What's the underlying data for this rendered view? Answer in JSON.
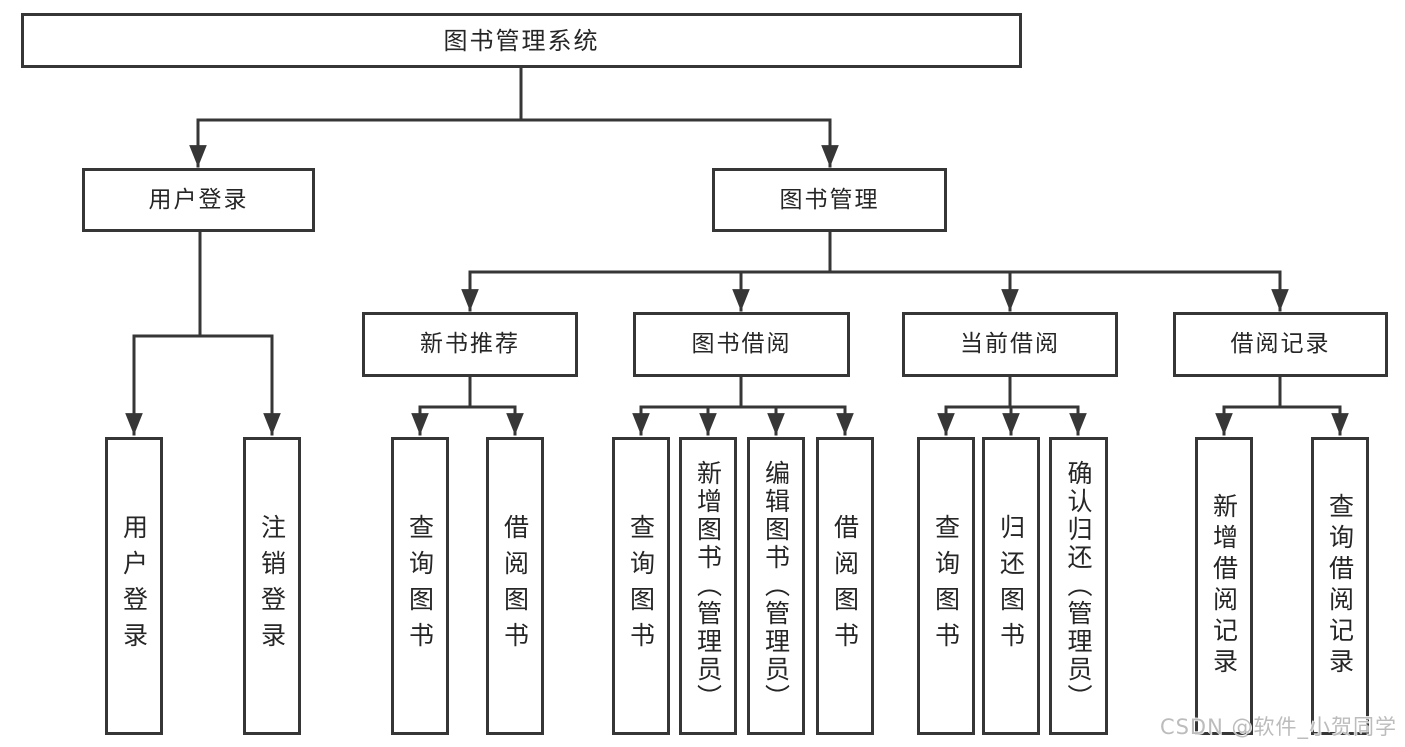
{
  "diagram": {
    "title": "图书管理系统",
    "colors": {
      "line": "#363636",
      "text": "#262626",
      "box_background": "#ffffff",
      "page_background": "#ffffff",
      "watermark": "#bcbcbc"
    },
    "level2": [
      {
        "label": "用户登录"
      },
      {
        "label": "图书管理"
      }
    ],
    "level3": [
      {
        "label": "新书推荐"
      },
      {
        "label": "图书借阅"
      },
      {
        "label": "当前借阅"
      },
      {
        "label": "借阅记录"
      }
    ],
    "leaves": {
      "user_login": [
        {
          "label": "用户登录"
        },
        {
          "label": "注销登录"
        }
      ],
      "new_book_rec": [
        {
          "label": "查询图书"
        },
        {
          "label": "借阅图书"
        }
      ],
      "book_borrow": [
        {
          "label": "查询图书"
        },
        {
          "label": "新增图书（管理员）"
        },
        {
          "label": "编辑图书（管理员）"
        },
        {
          "label": "借阅图书"
        }
      ],
      "current_borrow": [
        {
          "label": "查询图书"
        },
        {
          "label": "归还图书"
        },
        {
          "label": "确认归还（管理员）"
        }
      ],
      "borrow_records": [
        {
          "label": "新增借阅记录"
        },
        {
          "label": "查询借阅记录"
        }
      ]
    }
  },
  "watermark": {
    "text": "CSDN @软件_小贺同学"
  }
}
